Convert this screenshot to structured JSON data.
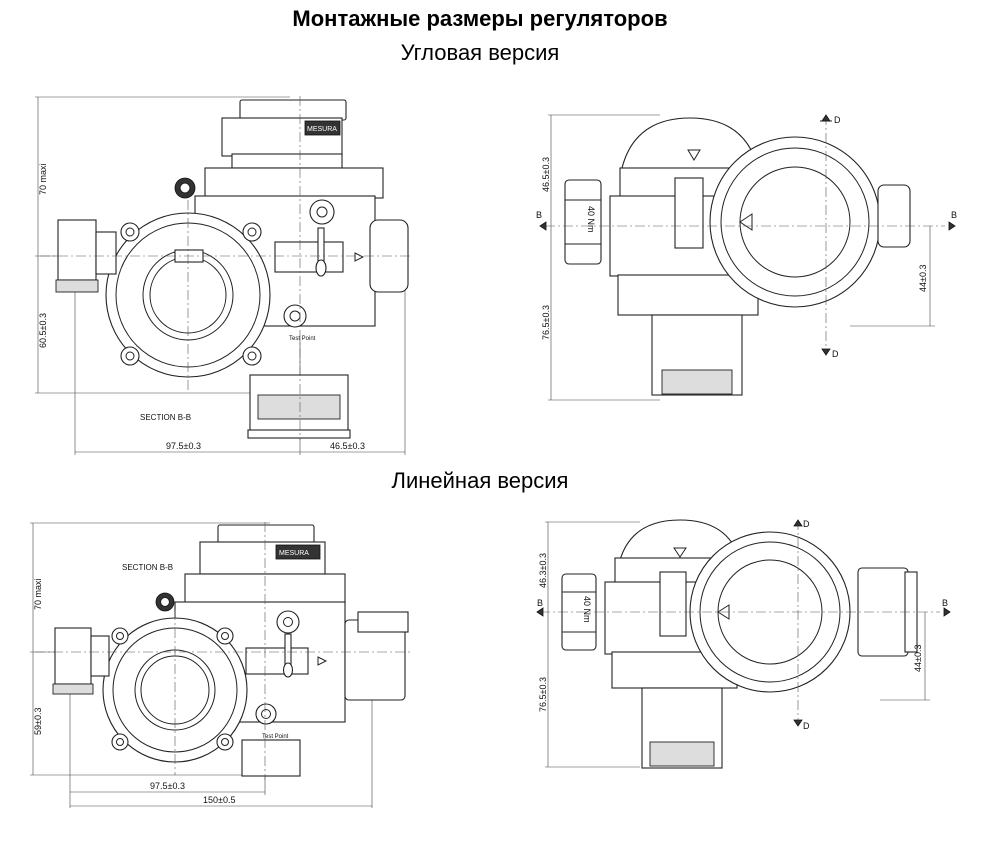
{
  "header": {
    "title": "Монтажные размеры регуляторов",
    "angular_version": "Угловая версия",
    "linear_version": "Линейная версия"
  },
  "angular": {
    "left_view": {
      "section_label": "SECTION B-B",
      "brand_label": "MESURA",
      "test_point_label": "Test Point",
      "dim_height_max": "70 maxi",
      "dim_lower_height": "60.5±0.3",
      "dim_width_main": "97.5±0.3",
      "dim_width_outlet": "46.5±0.3"
    },
    "right_view": {
      "dim_upper": "46.5±0.3",
      "dim_lower": "76.5±0.3",
      "dim_right": "44±0.3",
      "torque_label": "40 Nm",
      "section_b_left": "B",
      "section_b_right": "B",
      "section_d_top": "D",
      "section_d_bottom": "D"
    }
  },
  "linear": {
    "left_view": {
      "section_label": "SECTION B-B",
      "brand_label": "MESURA",
      "test_point_label": "Test Point",
      "dim_height_max": "70 maxi",
      "dim_lower_height": "59±0.3",
      "dim_width_main": "97.5±0.3",
      "dim_width_total": "150±0.5"
    },
    "right_view": {
      "dim_upper": "46.3±0.3",
      "dim_lower": "76.5±0.3",
      "dim_right": "44±0.3",
      "torque_label": "40 Nm",
      "section_b_left": "B",
      "section_b_right": "B",
      "section_d_top": "D",
      "section_d_bottom": "D"
    }
  }
}
